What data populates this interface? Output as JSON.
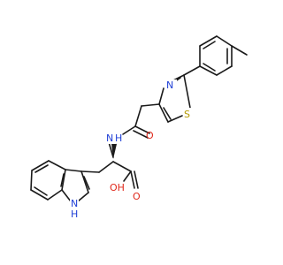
{
  "atoms": {
    "n_amide": {
      "text": "N",
      "color": "#1f3fd6"
    },
    "h_amide": {
      "text": "H",
      "color": "#1f3fd6"
    },
    "o_amide": {
      "text": "O",
      "color": "#e0281b"
    },
    "n_thiazole": {
      "text": "N",
      "color": "#1f3fd6"
    },
    "s_thiazole": {
      "text": "S",
      "color": "#b59a00"
    },
    "o_acid_oh": {
      "text": "OH",
      "color": "#e0281b"
    },
    "o_acid": {
      "text": "O",
      "color": "#e0281b"
    },
    "n_indole": {
      "text": "N",
      "color": "#1f3fd6"
    },
    "h_indole": {
      "text": "H",
      "color": "#1f3fd6"
    }
  },
  "colors": {
    "bond": "#1a1a1a",
    "background": "#ffffff"
  }
}
